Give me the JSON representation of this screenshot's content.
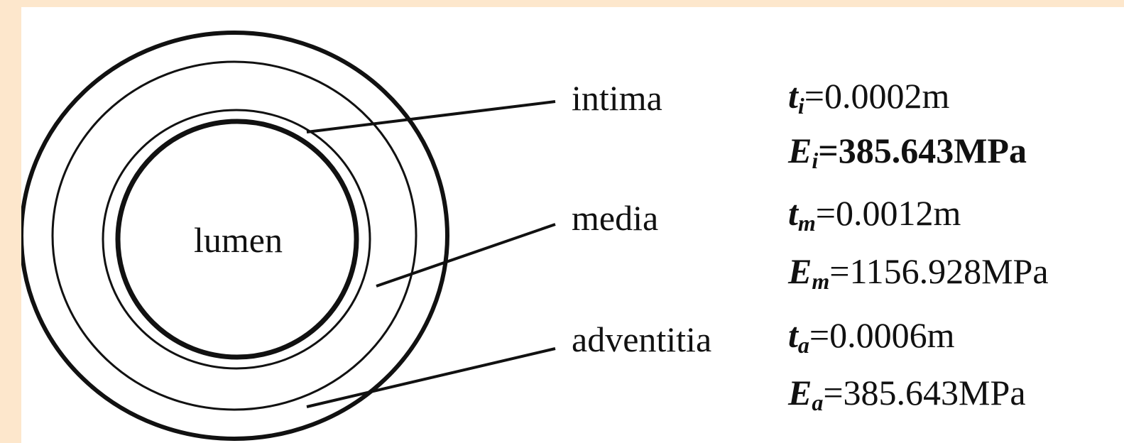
{
  "labels": {
    "lumen": "lumen",
    "intima": "intima",
    "media": "media",
    "adventitia": "adventitia"
  },
  "params": [
    {
      "symbol": "t",
      "subscript": "i",
      "value": "=0.0002m",
      "emphasis": false
    },
    {
      "symbol": "E",
      "subscript": "i",
      "value": "=385.643MPa",
      "emphasis": true
    },
    {
      "symbol": "t",
      "subscript": "m",
      "value": "=0.0012m",
      "emphasis": false
    },
    {
      "symbol": "E",
      "subscript": "m",
      "value": "=1156.928MPa",
      "emphasis": false
    },
    {
      "symbol": "t",
      "subscript": "a",
      "value": "=0.0006m",
      "emphasis": false
    },
    {
      "symbol": "E",
      "subscript": "a",
      "value": "=385.643MPa",
      "emphasis": false
    }
  ],
  "colors": {
    "frame_background": "#fde7cc",
    "panel_background": "#ffffff",
    "stroke": "#111111"
  }
}
